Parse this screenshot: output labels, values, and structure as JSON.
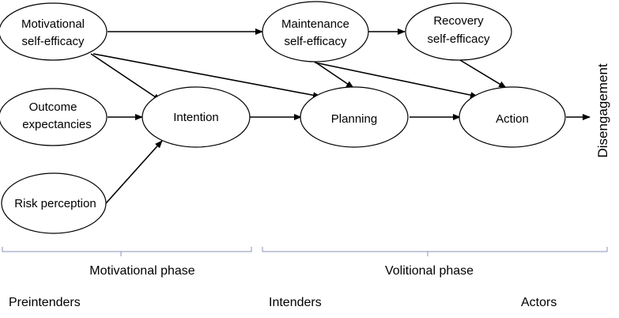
{
  "nodes": {
    "motivational_self_efficacy": [
      "Motivational",
      "self-efficacy"
    ],
    "maintenance_self_efficacy": [
      "Maintenance",
      "self-efficacy"
    ],
    "recovery_self_efficacy": [
      "Recovery",
      "self-efficacy"
    ],
    "outcome_expectancies": [
      "Outcome",
      "expectancies"
    ],
    "intention": "Intention",
    "planning": "Planning",
    "action": "Action",
    "risk_perception": "Risk perception"
  },
  "outcome": "Disengagement",
  "phases": {
    "motivational": "Motivational phase",
    "volitional": "Volitional phase"
  },
  "stages": {
    "preintenders": "Preintenders",
    "intenders": "Intenders",
    "actors": "Actors"
  },
  "colors": {
    "bracket": "#8a93b8",
    "stroke": "#000000"
  }
}
